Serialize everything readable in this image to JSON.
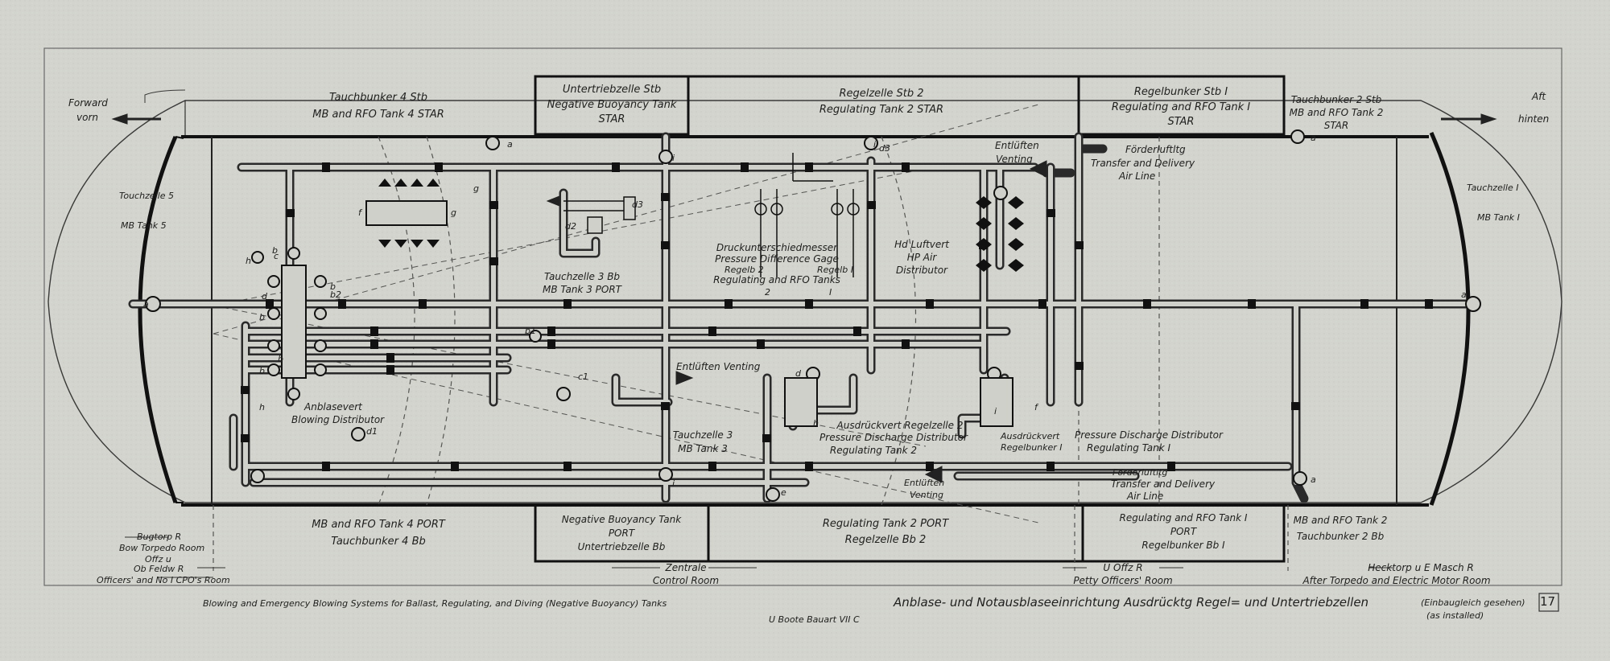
{
  "sheet": {
    "page_number": "17",
    "caption_english": "Blowing and Emergency Blowing Systems for Ballast, Regulating, and Diving (Negative Buoyancy) Tanks",
    "caption_german": "Anblase- und Notausblaseeinrichtung Ausdrücktg Regel= und Untertriebzellen",
    "caption_german_note": "(Einbaugleich gesehen)",
    "caption_english_note": "(as installed)",
    "boat_type": "U Boote Bauart VII C"
  },
  "directions": {
    "forward": "Forward",
    "forward_de": "vorn",
    "aft": "Aft",
    "aft_de": "hinten"
  },
  "tanks_top": {
    "tank4_stb_de": "Tauchbunker 4 Stb",
    "tank4_stb_en": "MB and RFO Tank 4 STAR",
    "neg_stb_de": "Untertriebzelle Stb",
    "neg_stb_en1": "Negative Buoyancy Tank",
    "neg_stb_en2": "STAR",
    "reg2_stb_de": "Regelzelle Stb 2",
    "reg2_stb_en": "Regulating Tank 2 STAR",
    "reg1_stb_de": "Regelbunker Stb I",
    "reg1_stb_en1": "Regulating and RFO Tank I",
    "reg1_stb_en2": "STAR",
    "tank2_stb_de": "Tauchbunker 2 Stb",
    "tank2_stb_en1": "MB and RFO Tank 2",
    "tank2_stb_en2": "STAR"
  },
  "tanks_bottom": {
    "tank4_port_en": "MB and RFO Tank 4 PORT",
    "tank4_port_de": "Tauchbunker 4 Bb",
    "neg_port_en1": "Negative Buoyancy Tank",
    "neg_port_en2": "PORT",
    "neg_port_de": "Untertriebzelle Bb",
    "reg2_port_en": "Regulating Tank 2 PORT",
    "reg2_port_de": "Regelzelle Bb 2",
    "reg1_port_en1": "Regulating and RFO Tank I",
    "reg1_port_en2": "PORT",
    "reg1_port_de": "Regelbunker Bb I",
    "tank2_port_en": "MB and RFO Tank 2",
    "tank2_port_de": "Tauchbunker 2 Bb"
  },
  "inner_labels": {
    "tz5_de": "Touchzelle 5",
    "tz5_en": "MB Tank 5",
    "tz1_de": "Tauchzelle I",
    "tz1_en": "MB Tank I",
    "tz3bb_de": "Tauchzelle 3 Bb",
    "tz3bb_en": "MB Tank 3 PORT",
    "tz3_de": "Tauchzelle 3",
    "tz3_en": "MB Tank 3",
    "druck_de": "Druckunterschiedmesser",
    "druck_en": "Pressure Difference Gage",
    "druck_regel": "Regelb 2",
    "druck_regel1": "Regelb I",
    "druck_en2": "Regulating and RFO Tanks",
    "druck_2": "2",
    "druck_1": "I",
    "hd_de": "Hd Luftvert",
    "hd_en1": "HP Air",
    "hd_en2": "Distributor",
    "entl_top_de": "Entlüften",
    "entl_top_en": "Venting",
    "entl_mid": "Entlüften  Venting",
    "entl_bot_de": "Entlüften",
    "entl_bot_en": "Venting",
    "ford_top_de": "Förderluftltg",
    "ford_top_en1": "Transfer and Delivery",
    "ford_top_en2": "Air Line",
    "ford_bot_de": "Förderluftltg",
    "ford_bot_en1": "Transfer and Delivery",
    "ford_bot_en2": "Air Line",
    "anbl_de": "Anblasevert",
    "anbl_en": "Blowing Distributor",
    "ausd2_de": "Ausdrückvert Regelzelle 2",
    "ausd2_en1": "Pressure Discharge Distributor",
    "ausd2_en2": "Regulating Tank 2",
    "ausd1_de1": "Ausdrückvert",
    "ausd1_de2": "Regelbunker I",
    "press1_en1": "Pressure Discharge Distributor",
    "press1_en2": "Regulating Tank I"
  },
  "rooms": {
    "bug_de": "Bugtorp R",
    "bug_en": "Bow Torpedo Room",
    "offz_de": "Offz u",
    "ob_de": "Ob Feldw R",
    "ob_en": "Officers' and No I CPO's Room",
    "zentrale_de": "Zentrale",
    "zentrale_en": "Control Room",
    "uoffz_de": "U Offz R",
    "uoffz_en": "Petty Officers' Room",
    "heck_de": "Hecktorp u E Masch R",
    "heck_en": "After Torpedo and Electric Motor Room"
  },
  "valve_letters": [
    "a",
    "a",
    "a",
    "a",
    "a",
    "b",
    "b",
    "b",
    "b",
    "b",
    "b2",
    "b1",
    "c",
    "c1",
    "d",
    "d",
    "d1",
    "d2",
    "d3",
    "d3",
    "e",
    "f",
    "f",
    "g",
    "g",
    "h",
    "h",
    "h",
    "i",
    "i",
    "i",
    "i"
  ]
}
